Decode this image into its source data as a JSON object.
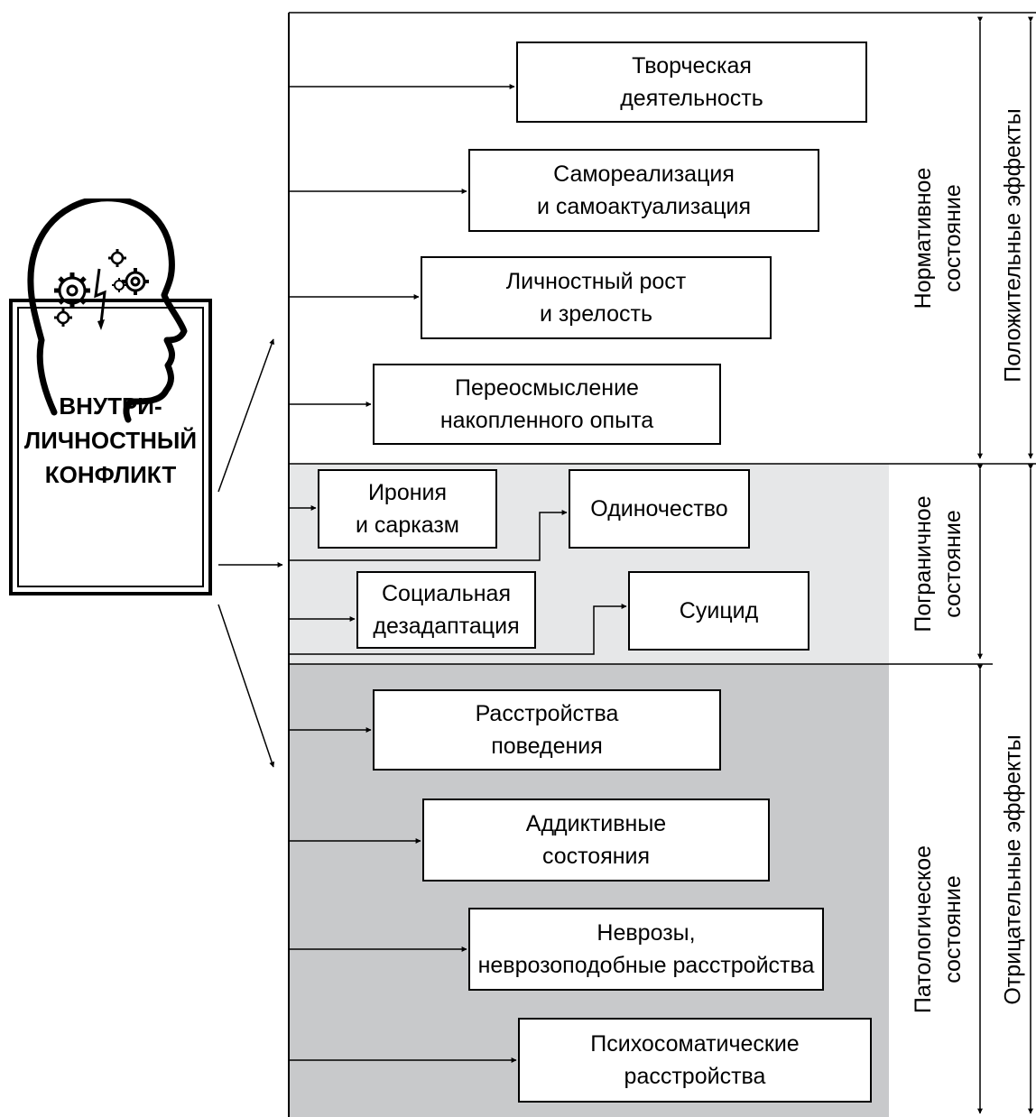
{
  "source": {
    "title_lines": [
      "ВНУТРИ-",
      "ЛИЧНОСТНЫЙ",
      "КОНФЛИКТ"
    ]
  },
  "effects": {
    "normative": [
      {
        "line1": "Творческая",
        "line2": "деятельность"
      },
      {
        "line1": "Самореализация",
        "line2": "и самоактуализация"
      },
      {
        "line1": "Личностный рост",
        "line2": "и зрелость"
      },
      {
        "line1": "Переосмысление",
        "line2": "накопленного опыта"
      }
    ],
    "borderline": [
      {
        "line1": "Ирония",
        "line2": "и сарказм"
      },
      {
        "line1": "Одиночество"
      },
      {
        "line1": "Социальная",
        "line2": "дезадаптация"
      },
      {
        "line1": "Суицид"
      }
    ],
    "pathological": [
      {
        "line1": "Расстройства",
        "line2": "поведения"
      },
      {
        "line1": "Аддиктивные",
        "line2": "состояния"
      },
      {
        "line1": "Неврозы,",
        "line2": "неврозоподобные расстройства"
      },
      {
        "line1": "Психосоматические",
        "line2": "расстройства"
      }
    ]
  },
  "states": {
    "normative": {
      "line1": "Нормативное",
      "line2": "состояние"
    },
    "borderline": {
      "line1": "Пограничное",
      "line2": "состояние"
    },
    "pathological": {
      "line1": "Патологическое",
      "line2": "состояние"
    }
  },
  "outcomes": {
    "positive": "Положительные эффекты",
    "negative": "Отрицательные эффекты"
  },
  "colors": {
    "borderline_fill": "#e6e7e8",
    "pathological_fill": "#c8c9cb",
    "line": "#000000"
  }
}
